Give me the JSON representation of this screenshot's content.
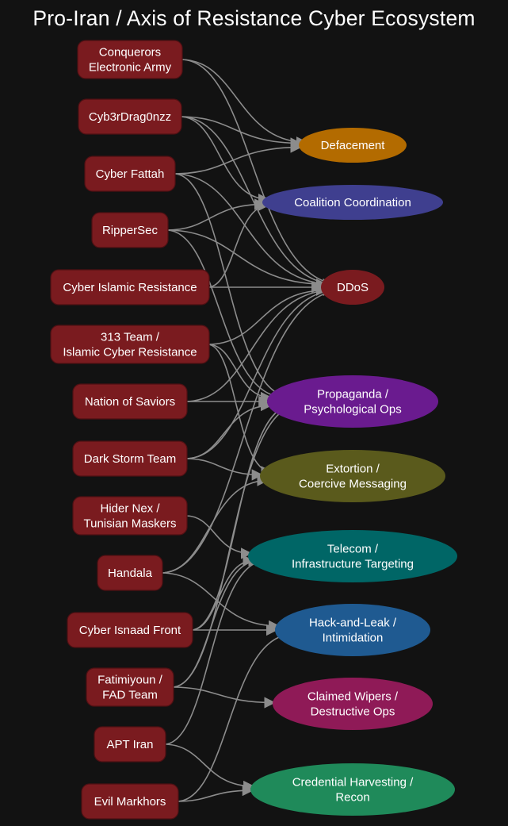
{
  "title": "Pro-Iran / Axis of Resistance Cyber Ecosystem",
  "colors": {
    "background": "#121212",
    "actor_fill": "#7a1b1f",
    "actor_stroke": "#4e1013",
    "edge": "#8c8c8c",
    "text": "#ffffff"
  },
  "actors": [
    {
      "id": "cea",
      "lines": [
        "Conquerors",
        "Electronic Army"
      ]
    },
    {
      "id": "cyb",
      "lines": [
        "Cyb3rDrag0nzz"
      ]
    },
    {
      "id": "fat",
      "lines": [
        "Cyber Fattah"
      ]
    },
    {
      "id": "rip",
      "lines": [
        "RipperSec"
      ]
    },
    {
      "id": "cir",
      "lines": [
        "Cyber Islamic Resistance"
      ]
    },
    {
      "id": "t313",
      "lines": [
        "313 Team /",
        "Islamic Cyber Resistance"
      ]
    },
    {
      "id": "nos",
      "lines": [
        "Nation of Saviors"
      ]
    },
    {
      "id": "dst",
      "lines": [
        "Dark Storm Team"
      ]
    },
    {
      "id": "hnx",
      "lines": [
        "Hider Nex /",
        "Tunisian Maskers"
      ]
    },
    {
      "id": "han",
      "lines": [
        "Handala"
      ]
    },
    {
      "id": "isn",
      "lines": [
        "Cyber Isnaad Front"
      ]
    },
    {
      "id": "fad",
      "lines": [
        "Fatimiyoun /",
        "FAD Team"
      ]
    },
    {
      "id": "apt",
      "lines": [
        "APT Iran"
      ]
    },
    {
      "id": "evm",
      "lines": [
        "Evil Markhors"
      ]
    }
  ],
  "activities": [
    {
      "id": "def",
      "lines": [
        "Defacement"
      ],
      "color": "#b36b00"
    },
    {
      "id": "coa",
      "lines": [
        "Coalition Coordination"
      ],
      "color": "#3f3f8f"
    },
    {
      "id": "ddos",
      "lines": [
        "DDoS"
      ],
      "color": "#7a1b1f"
    },
    {
      "id": "pro",
      "lines": [
        "Propaganda /",
        "Psychological Ops"
      ],
      "color": "#6a1b8f"
    },
    {
      "id": "ext",
      "lines": [
        "Extortion /",
        "Coercive Messaging"
      ],
      "color": "#5a5a1c"
    },
    {
      "id": "tel",
      "lines": [
        "Telecom /",
        "Infrastructure Targeting"
      ],
      "color": "#006666"
    },
    {
      "id": "hal",
      "lines": [
        "Hack-and-Leak /",
        "Intimidation"
      ],
      "color": "#1f5a91"
    },
    {
      "id": "wip",
      "lines": [
        "Claimed Wipers /",
        "Destructive Ops"
      ],
      "color": "#8f1a57"
    },
    {
      "id": "cred",
      "lines": [
        "Credential Harvesting /",
        "Recon"
      ],
      "color": "#1f8a5a"
    }
  ],
  "edges": [
    [
      "cea",
      "def"
    ],
    [
      "cea",
      "ddos"
    ],
    [
      "cyb",
      "def"
    ],
    [
      "cyb",
      "coa"
    ],
    [
      "cyb",
      "ddos"
    ],
    [
      "fat",
      "def"
    ],
    [
      "fat",
      "ddos"
    ],
    [
      "fat",
      "pro"
    ],
    [
      "rip",
      "coa"
    ],
    [
      "rip",
      "ddos"
    ],
    [
      "rip",
      "pro"
    ],
    [
      "cir",
      "ddos"
    ],
    [
      "cir",
      "coa"
    ],
    [
      "t313",
      "ddos"
    ],
    [
      "t313",
      "pro"
    ],
    [
      "t313",
      "ext"
    ],
    [
      "nos",
      "ddos"
    ],
    [
      "nos",
      "pro"
    ],
    [
      "dst",
      "ddos"
    ],
    [
      "dst",
      "pro"
    ],
    [
      "dst",
      "ext"
    ],
    [
      "hnx",
      "tel"
    ],
    [
      "han",
      "ddos"
    ],
    [
      "han",
      "ext"
    ],
    [
      "han",
      "hal"
    ],
    [
      "isn",
      "tel"
    ],
    [
      "isn",
      "pro"
    ],
    [
      "isn",
      "hal"
    ],
    [
      "fad",
      "pro"
    ],
    [
      "fad",
      "wip"
    ],
    [
      "fad",
      "tel"
    ],
    [
      "apt",
      "cred"
    ],
    [
      "apt",
      "tel"
    ],
    [
      "evm",
      "cred"
    ],
    [
      "evm",
      "hal"
    ]
  ]
}
